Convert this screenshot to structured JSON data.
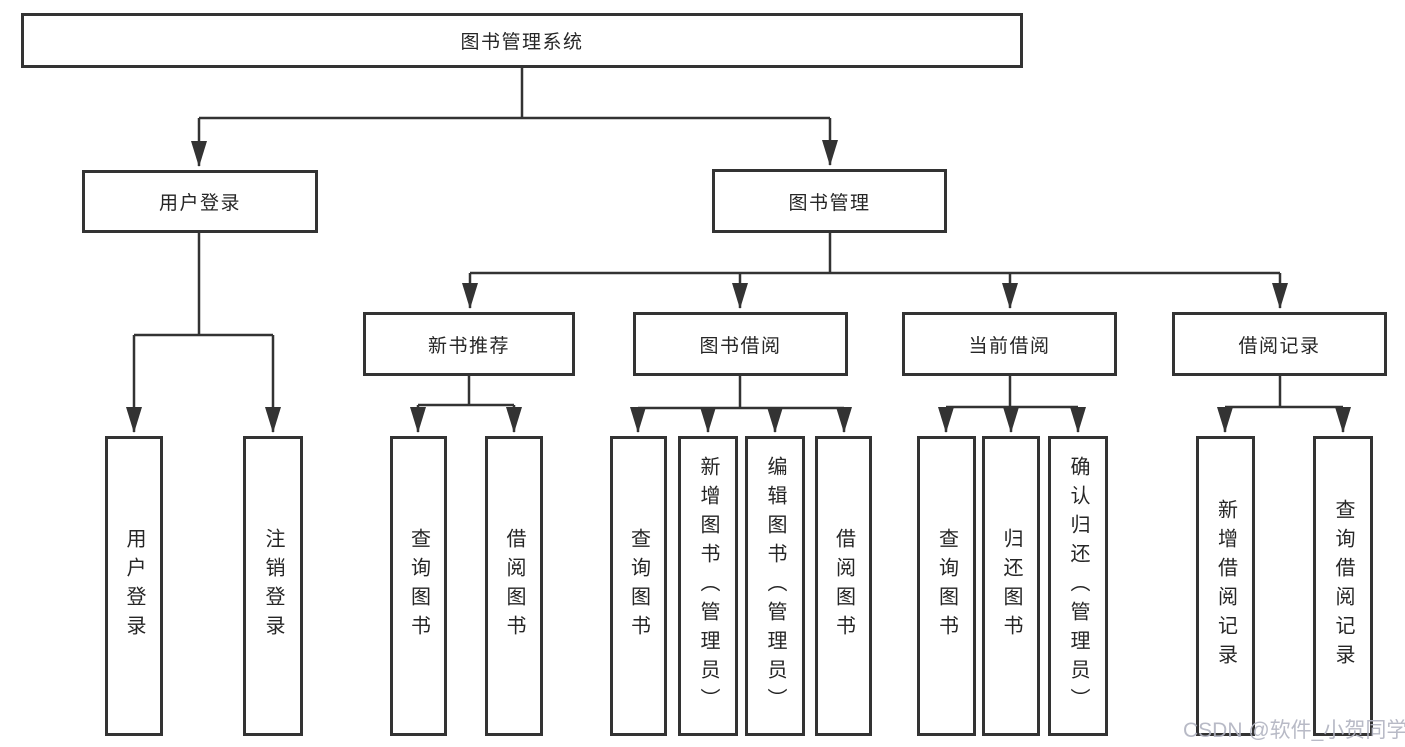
{
  "diagram": {
    "root": {
      "label": "图书管理系统"
    },
    "level2": [
      {
        "label": "用户登录"
      },
      {
        "label": "图书管理"
      }
    ],
    "level3": [
      {
        "label": "新书推荐"
      },
      {
        "label": "图书借阅"
      },
      {
        "label": "当前借阅"
      },
      {
        "label": "借阅记录"
      }
    ],
    "leaves": [
      {
        "label": "用户登录"
      },
      {
        "label": "注销登录"
      },
      {
        "label": "查询图书"
      },
      {
        "label": "借阅图书"
      },
      {
        "label": "查询图书"
      },
      {
        "label": "新增图书（管理员）"
      },
      {
        "label": "编辑图书（管理员）"
      },
      {
        "label": "借阅图书"
      },
      {
        "label": "查询图书"
      },
      {
        "label": "归还图书"
      },
      {
        "label": "确认归还（管理员）"
      },
      {
        "label": "新增借阅记录"
      },
      {
        "label": "查询借阅记录"
      }
    ]
  },
  "watermark": {
    "text": "CSDN @软件_小贺同学"
  },
  "colors": {
    "line": "#333333",
    "box_border": "#333333",
    "text": "#262626",
    "watermark": "#b2b5c2",
    "background": "#ffffff"
  }
}
